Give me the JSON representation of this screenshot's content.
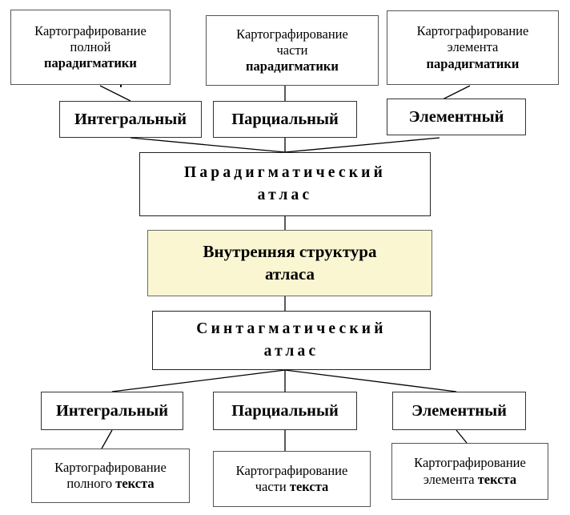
{
  "diagram": {
    "title": "Внутренняя структура атласа",
    "language": "ru",
    "colors": {
      "background": "#ffffff",
      "box_border": "#4a4a4a",
      "box_fill": "#ffffff",
      "highlight_fill": "#faf6d2",
      "highlight_border": "#6b6b6b",
      "connector": "#000000",
      "text": "#000000"
    },
    "nodes": {
      "paradigmatic_full": {
        "line1": "Картографирование",
        "line2": "полной",
        "line3": "парадигматики"
      },
      "paradigmatic_part": {
        "line1": "Картографирование",
        "line2": "части",
        "line3": "парадигматики"
      },
      "paradigmatic_element": {
        "line1": "Картографирование",
        "line2": "элемента",
        "line3": "парадигматики"
      },
      "type_integral_top": "Интегральный",
      "type_partial_top": "Парциальный",
      "type_elemental_top": "Элементный",
      "paradigmatic_atlas": {
        "line1": "Парадигматический",
        "line2": "атлас"
      },
      "inner_structure": {
        "line1": "Внутренняя структура",
        "line2": "атласа"
      },
      "syntagmatic_atlas": {
        "line1": "Синтагматический",
        "line2": "атлас"
      },
      "type_integral_bottom": "Интегральный",
      "type_partial_bottom": "Парциальный",
      "type_elemental_bottom": "Элементный",
      "text_full": {
        "line1": "Картографирование",
        "line2_plain": "полного ",
        "line2_bold": "текста"
      },
      "text_part": {
        "line1": "Картографирование",
        "line2_plain": "части ",
        "line2_bold": "текста"
      },
      "text_element": {
        "line1": "Картографирование",
        "line2_plain": "элемента ",
        "line2_bold": "текста"
      }
    }
  }
}
